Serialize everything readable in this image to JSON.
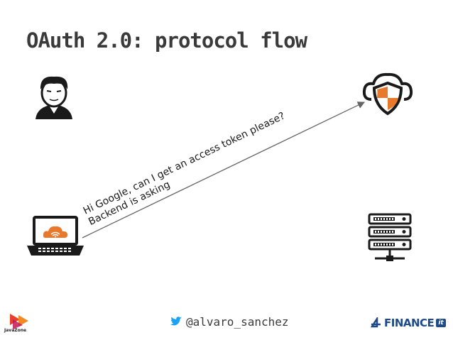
{
  "title": "OAuth 2.0: protocol flow",
  "arrow_message": {
    "line1": "Hi Google, can I get an access token please?",
    "line2": "Backend is asking"
  },
  "actors": {
    "user": "user-icon",
    "client": "laptop-icon",
    "authorization_server": "cloud-shield-icon",
    "resource_server": "server-icon"
  },
  "footer": {
    "handle": "@alvaro_sanchez",
    "social_icon": "twitter-icon",
    "left_logo": "JavaZone",
    "right_logo": "FINANCE",
    "right_logo_badge": "it"
  },
  "colors": {
    "accent_orange": "#e8792b",
    "title": "#3a3a3a",
    "twitter_blue": "#1da1f2",
    "arrow": "#666666"
  }
}
